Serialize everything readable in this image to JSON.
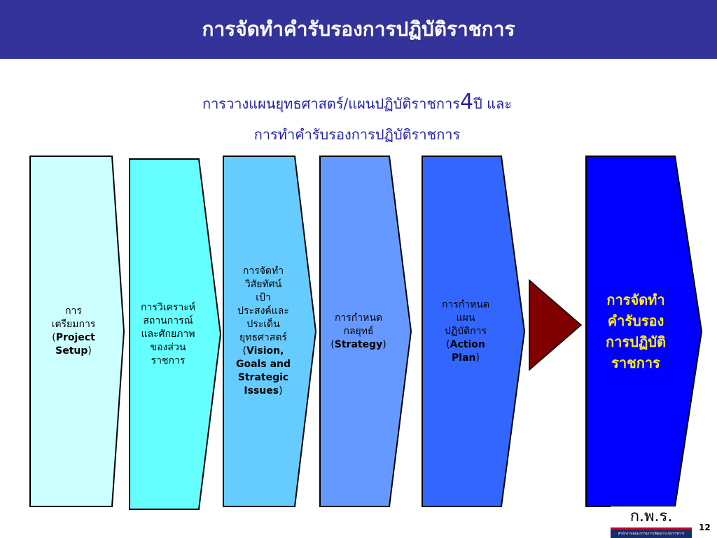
{
  "header": {
    "title": "การจัดทำคำรับรองการปฏิบัติราชการ"
  },
  "subtitle": {
    "line1_before": "การวางแผนยุทธศาสตร์/แผนปฏิบัติราชการ",
    "line1_number": "4",
    "line1_after": "ปี และ",
    "line2": "การทำคำรับรองการปฏิบัติราชการ"
  },
  "steps": [
    {
      "lines": [
        "การ",
        "เตรียมการ"
      ],
      "english": [
        "Project",
        "Setup"
      ],
      "color": "#ccffff"
    },
    {
      "lines": [
        "การวิเคราะห์",
        "สถานการณ์",
        "และศักยภาพ",
        "ของส่วน",
        "ราชการ"
      ],
      "english": [],
      "color": "#66ffff"
    },
    {
      "lines": [
        "การจัดทำ",
        "วิสัยทัศน์",
        "เป้า",
        "ประสงค์และ",
        "ประเด็น",
        "ยุทธศาสตร์"
      ],
      "english": [
        "Vision,",
        "Goals and",
        "Strategic",
        "Issues"
      ],
      "color": "#66ccff"
    },
    {
      "lines": [
        "การกำหนด",
        "กลยุทธ์"
      ],
      "english": [
        "Strategy"
      ],
      "color": "#6699ff"
    },
    {
      "lines": [
        "การกำหนด",
        "แผน",
        "ปฏิบัติการ"
      ],
      "english": [
        "Action",
        "Plan"
      ],
      "color": "#3366ff"
    }
  ],
  "final_step": {
    "lines": [
      "การจัดทำ",
      "คำรับรอง",
      "การปฏิบัติ",
      "ราชการ"
    ],
    "color": "#0000ff",
    "text_color": "#ffeb1a"
  },
  "connector_arrow": {
    "color": "#800000"
  },
  "logo": {
    "text": "ก.พ.ร.",
    "caption": "สำนักงานคณะกรรมการพัฒนาระบบราชการ"
  },
  "page_number": "12"
}
